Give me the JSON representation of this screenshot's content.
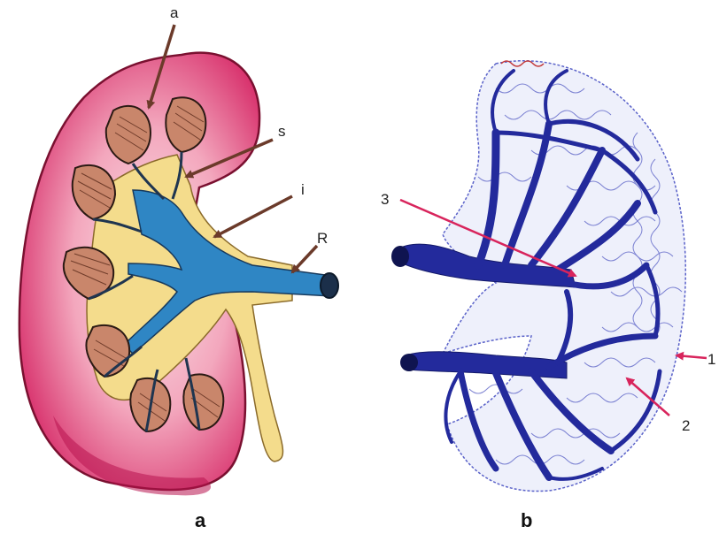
{
  "figure": {
    "panel_a": {
      "caption": "a",
      "labels": {
        "a": "a",
        "s": "s",
        "i": "i",
        "R": "R"
      }
    },
    "panel_b": {
      "caption": "b",
      "labels": {
        "one": "1",
        "two": "2",
        "three": "3"
      }
    }
  },
  "colors": {
    "kidney_cortex": "#e0477f",
    "kidney_cortex_light": "#f7c9d4",
    "pelvis_fat": "#f4dc8c",
    "renal_vein": "#2f86c4",
    "pyramid": "#c9866b",
    "vessel_blue": "#232a9c",
    "arrow_brown": "#6b3a2a",
    "arrow_pink": "#d8245c"
  }
}
